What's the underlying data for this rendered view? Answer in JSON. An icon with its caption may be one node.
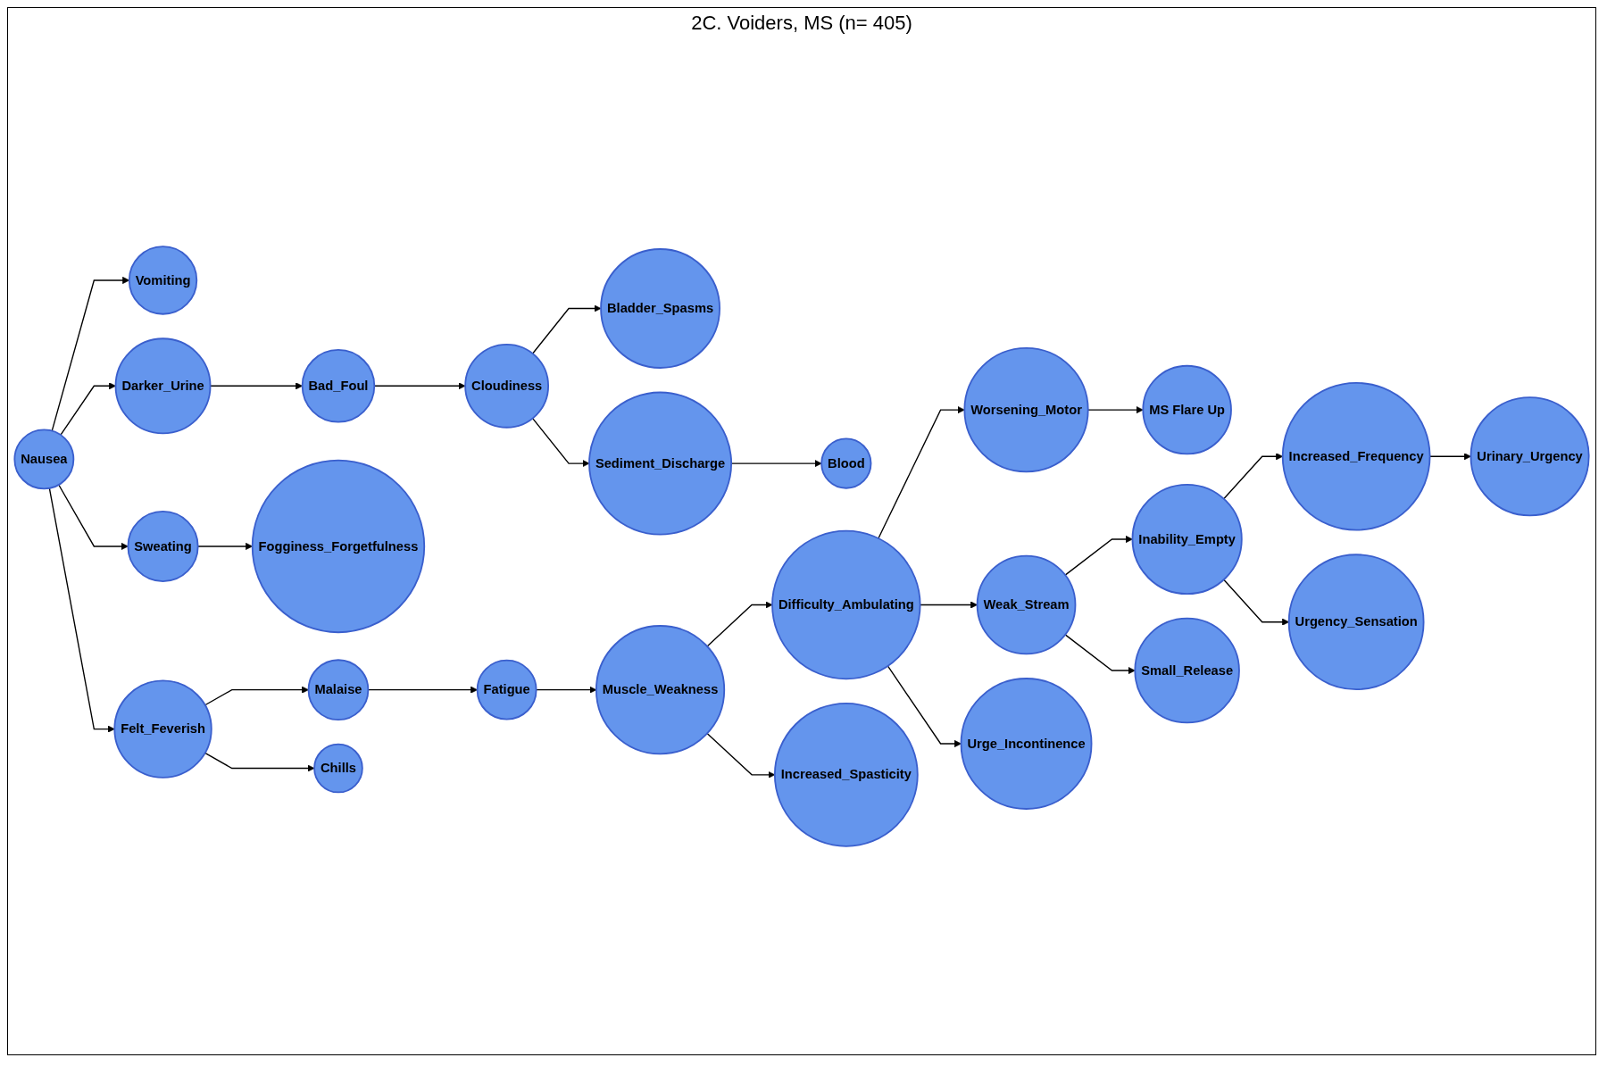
{
  "diagram": {
    "title": "2C. Voiders, MS (n= 405)",
    "nodes": [
      {
        "text": [
          "Nausea"
        ]
      },
      {
        "text": [
          "Vomiting"
        ]
      },
      {
        "text": [
          "Darker_Urine"
        ]
      },
      {
        "text": [
          "Bad_Foul"
        ]
      },
      {
        "text": [
          "Cloudiness"
        ]
      },
      {
        "text": [
          "Bladder_Spasms"
        ]
      },
      {
        "text": [
          "Sediment_Discharge"
        ]
      },
      {
        "text": [
          "Blood"
        ]
      },
      {
        "text": [
          "Sweating"
        ]
      },
      {
        "text": [
          "Fogginess_Forgetfulness"
        ]
      },
      {
        "text": [
          "Felt_Feverish"
        ]
      },
      {
        "text": [
          "Malaise"
        ]
      },
      {
        "text": [
          "Fatigue"
        ]
      },
      {
        "text": [
          "Muscle_Weakness"
        ]
      },
      {
        "text": [
          "Difficulty_Ambulating"
        ]
      },
      {
        "text": [
          "Worsening_Motor"
        ]
      },
      {
        "text": [
          "MS Flare Up"
        ]
      },
      {
        "text": [
          "Weak_Stream"
        ]
      },
      {
        "text": [
          "Inability_Empty"
        ]
      },
      {
        "text": [
          "Increased_Frequency"
        ]
      },
      {
        "text": [
          "Urinary_Urgency"
        ]
      },
      {
        "text": [
          "Chills"
        ]
      },
      {
        "text": [
          "Increased_Spasticity"
        ]
      },
      {
        "text": [
          "Urge_Incontinence"
        ]
      },
      {
        "text": [
          "Small_Release"
        ]
      },
      {
        "text": [
          "Urgency_Sensation"
        ]
      }
    ],
    "edges": [
      {
        "from": 0,
        "to": 1,
        "arrow": "to"
      },
      {
        "from": 0,
        "to": 2,
        "arrow": "to"
      },
      {
        "from": 2,
        "to": 3,
        "arrow": "to"
      },
      {
        "from": 3,
        "to": 4,
        "arrow": "to"
      },
      {
        "from": 4,
        "to": 5,
        "arrow": "to"
      },
      {
        "from": 4,
        "to": 6,
        "arrow": "to"
      },
      {
        "from": 6,
        "to": 7,
        "arrow": "to"
      },
      {
        "from": 0,
        "to": 8,
        "arrow": "to"
      },
      {
        "from": 8,
        "to": 9,
        "arrow": "to"
      },
      {
        "from": 0,
        "to": 10,
        "arrow": "to"
      },
      {
        "from": 10,
        "to": 11,
        "arrow": "to"
      },
      {
        "from": 11,
        "to": 12,
        "arrow": "to"
      },
      {
        "from": 12,
        "to": 13,
        "arrow": "to"
      },
      {
        "from": 13,
        "to": 14,
        "arrow": "to"
      },
      {
        "from": 14,
        "to": 15,
        "arrow": "to"
      },
      {
        "from": 15,
        "to": 16,
        "arrow": "to"
      },
      {
        "from": 14,
        "to": 17,
        "arrow": "to"
      },
      {
        "from": 17,
        "to": 18,
        "arrow": "to"
      },
      {
        "from": 18,
        "to": 19,
        "arrow": "to"
      },
      {
        "from": 19,
        "to": 20,
        "arrow": "to"
      },
      {
        "from": 10,
        "to": 21,
        "arrow": "to"
      },
      {
        "from": 13,
        "to": 22,
        "arrow": "to"
      },
      {
        "from": 14,
        "to": 23,
        "arrow": "to"
      },
      {
        "from": 17,
        "to": 24,
        "arrow": "to"
      },
      {
        "from": 18,
        "to": 25,
        "arrow": "to"
      }
    ]
  }
}
